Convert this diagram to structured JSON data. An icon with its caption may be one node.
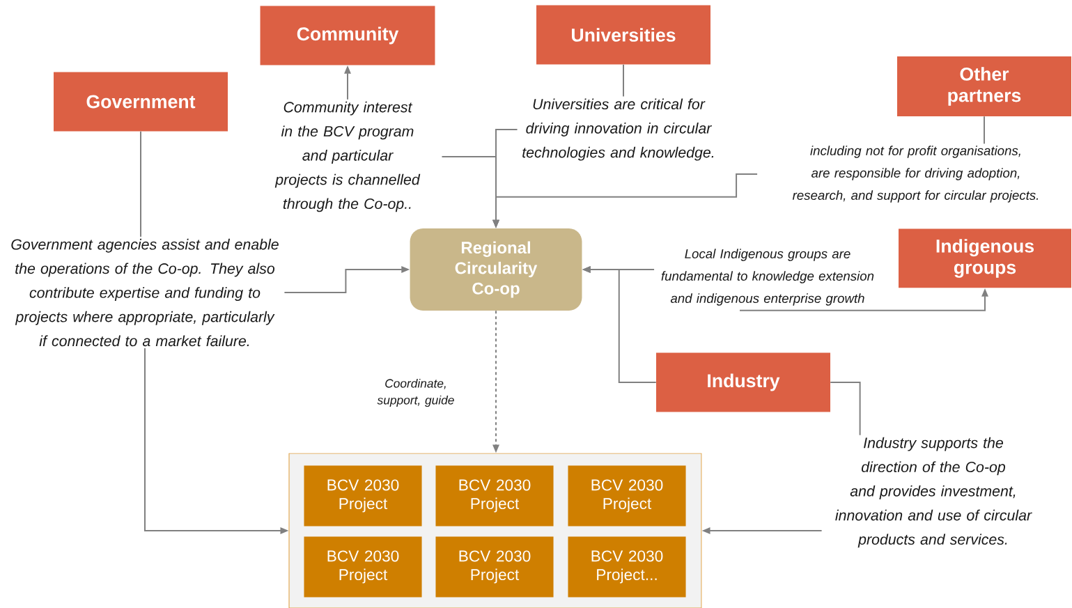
{
  "diagram": {
    "nodes": [
      {
        "text": [
          "Government"
        ]
      },
      {
        "text": [
          "Community"
        ]
      },
      {
        "text": [
          "Universities"
        ]
      },
      {
        "text": [
          "Other partners"
        ]
      },
      {
        "text": [
          "Community interest in the BCV program and particular projects is channelled through the Co-op.."
        ]
      },
      {
        "text": [
          "Universities are critical for driving innovation in circular technologies and knowledge."
        ]
      },
      {
        "text": [
          "including not for profit organisations, are responsible for driving adoption, research, and support for circular projects."
        ]
      },
      {
        "text": [
          "Government agencies assist and enable the operations of the Co-op. They also contribute expertise and funding to projects where appropriate, particularly if connected to a market failure."
        ]
      },
      {
        "text": [
          "Regional Circularity Co-op"
        ]
      },
      {
        "text": [
          "Local Indigenous groups are fundamental to knowledge extension and indigenous enterprise growth"
        ]
      },
      {
        "text": [
          "Indigenous groups"
        ]
      },
      {
        "text": [
          "Industry"
        ]
      },
      {
        "text": [
          "Industry supports the direction of the Co-op and provides investment, innovation and use of circular products and services."
        ]
      },
      {
        "text": [],
        "shape": "box"
      },
      {
        "text": [
          "BCV 2030 Project"
        ],
        "in": 13
      },
      {
        "text": [
          "BCV 2030 Project"
        ],
        "in": 13
      },
      {
        "text": [
          "BCV 2030 Project"
        ],
        "in": 13
      },
      {
        "text": [
          "BCV 2030 Project"
        ],
        "in": 13
      },
      {
        "text": [
          "BCV 2030 Project"
        ],
        "in": 13
      },
      {
        "text": [
          "BCV 2030 Project..."
        ],
        "in": 13
      }
    ],
    "edges": [
      {
        "from": 0,
        "to": 7,
        "arrow": "none"
      },
      {
        "from": 4,
        "to": 1,
        "arrow": "to"
      },
      {
        "from": 2,
        "to": 5,
        "arrow": "none"
      },
      {
        "from": 3,
        "to": 6,
        "arrow": "none"
      },
      {
        "from": 4,
        "to": 8,
        "arrow": "to"
      },
      {
        "from": 5,
        "to": 8,
        "arrow": "to"
      },
      {
        "from": 6,
        "to": 8,
        "arrow": "to"
      },
      {
        "from": 7,
        "to": 8,
        "arrow": "to"
      },
      {
        "from": 9,
        "to": 8,
        "arrow": "to"
      },
      {
        "from": 11,
        "to": 8,
        "arrow": "to"
      },
      {
        "from": 9,
        "to": 10,
        "arrow": "to"
      },
      {
        "from": 11,
        "to": 12,
        "arrow": "none"
      },
      {
        "from": 12,
        "to": 13,
        "arrow": "to"
      },
      {
        "from": 7,
        "to": 13,
        "arrow": "to"
      },
      {
        "from": 8,
        "to": 13,
        "arrow": "to",
        "label": "Coordinate, support, guide",
        "style": "dashed"
      }
    ]
  }
}
